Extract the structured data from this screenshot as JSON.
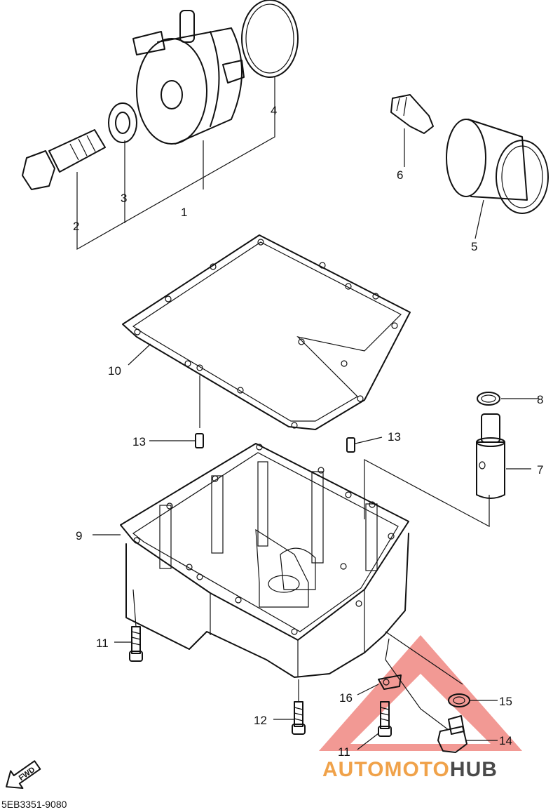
{
  "diagram_code": "5EB3351-9080",
  "fwd_label": "FWD",
  "watermark": {
    "part1": "AUTOMOTO",
    "part2": "HUB",
    "color1": "#f0a24a",
    "color2": "#4a4a4a",
    "triangle_color": "#e8453c"
  },
  "callouts": {
    "c1": "1",
    "c2": "2",
    "c3": "3",
    "c4": "4",
    "c5": "5",
    "c6": "6",
    "c7": "7",
    "c8": "8",
    "c9": "9",
    "c10": "10",
    "c11a": "11",
    "c11b": "11",
    "c12": "12",
    "c13a": "13",
    "c13b": "13",
    "c14": "14",
    "c15": "15",
    "c16": "16"
  }
}
